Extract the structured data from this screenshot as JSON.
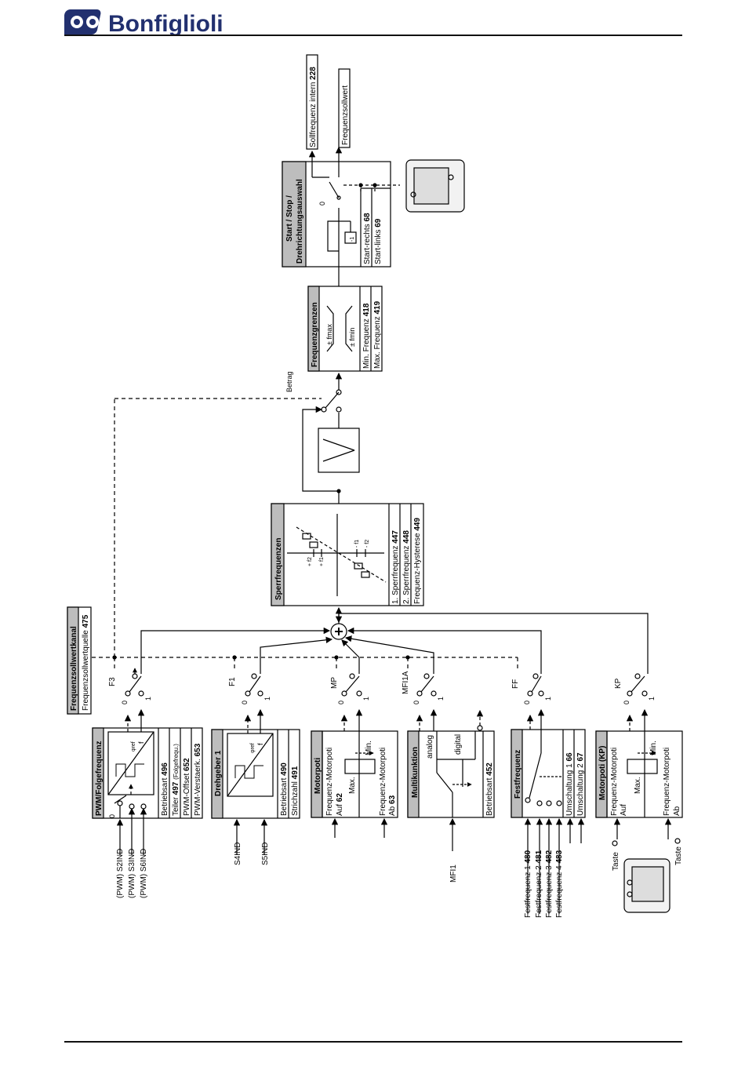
{
  "header": {
    "brand": "Bonfiglioli"
  },
  "blocks": {
    "channel": {
      "title": "Frequenzsollwertkanal",
      "sub": "Frequenzsollwertquelle",
      "num": "475"
    },
    "pwm": {
      "title": "PWM/Folgefrequenz",
      "l1": "Betriebsart",
      "n1": "496",
      "l2": "Teiler",
      "n2": "497",
      "l2x": "(Folgefrequ.)",
      "l3": "PWM-Offset",
      "n3": "652",
      "l4": "PWM-Verstaerk.",
      "n4": "653",
      "in1": "(PWM) S2IND",
      "in2": "(PWM) S3IND",
      "in3": "(PWM) S6IND",
      "phi": "φref",
      "f": "f"
    },
    "dreh": {
      "title": "Drehgeber 1",
      "l1": "Betriebsart",
      "n1": "490",
      "l2": "Strichzahl",
      "n2": "491",
      "in1": "S4IND",
      "in2": "S5IND",
      "phi": "φref",
      "f": "f"
    },
    "motorpoti": {
      "title": "Motorpoti",
      "auf1": "Frequenz-Motorpoti",
      "auf2": "Auf",
      "aufn": "62",
      "max": "Max.",
      "min": "Min.",
      "ab1": "Frequenz-Motorpoti",
      "ab2": "Ab",
      "abn": "63"
    },
    "multi": {
      "title": "Multikunktion",
      "analog": "analog",
      "digital": "digital",
      "l1": "Betriebsart",
      "n1": "452",
      "in": "MFI1"
    },
    "fest": {
      "title": "Festfrequenz",
      "f1": "Festfrequenz 1",
      "n1": "480",
      "f2": "Festfrequenz 2",
      "n2": "481",
      "f3": "Festfrequenz 3",
      "n3": "482",
      "f4": "Festfrequenz 4",
      "n4": "483",
      "u1": "Umschaltung 1",
      "un1": "66",
      "u2": "Umschaltung 2",
      "un2": "67"
    },
    "kp": {
      "title": "Motorpoti (KP)",
      "auf1": "Frequenz-Motorpoti",
      "auf2": "Auf",
      "max": "Max.",
      "min": "Min.",
      "ab1": "Frequenz-Motorpoti",
      "ab2": "Ab",
      "taste": "Taste"
    },
    "sperr": {
      "title": "Sperrfrequenzen",
      "l1": "1. Sperrfrequenz",
      "n1": "447",
      "l2": "2. Sperrfrequenz",
      "n2": "448",
      "l3": "Frequenz-Hysterese",
      "n3": "449",
      "pf1": "+ f1",
      "pf2": "+ f2",
      "mf1": "- f1",
      "mf2": "- f2"
    },
    "grenz": {
      "title": "Frequenzgrenzen",
      "fmax": "± fmax",
      "fmin": "± fmin",
      "l1": "Min. Frequenz",
      "n1": "418",
      "l2": "Max. Frequenz",
      "n2": "419"
    },
    "start": {
      "title1": "Start / Stop /",
      "title2": "Drehrichtungsauswahl",
      "l1": "Start-rechts",
      "n1": "68",
      "l2": "Start-links",
      "n2": "69",
      "zero": "0",
      "m1": "-1"
    },
    "out": {
      "o1": "Sollfrequenz intern",
      "o1n": "228",
      "o2": "Frequenzsollwert"
    },
    "betrag": "Betrag"
  },
  "switches": {
    "f3": {
      "label": "F3",
      "zero": "0",
      "one": "1"
    },
    "f1": {
      "label": "F1",
      "zero": "0",
      "one": "1"
    },
    "mp": {
      "label": "MP",
      "zero": "0",
      "one": "1"
    },
    "mfi1a": {
      "label": "MFI1A",
      "zero": "0",
      "one": "1"
    },
    "ff": {
      "label": "FF",
      "zero": "0",
      "one": "1"
    },
    "kp": {
      "label": "KP",
      "zero": "0",
      "one": "1"
    },
    "pwm0": "0"
  }
}
